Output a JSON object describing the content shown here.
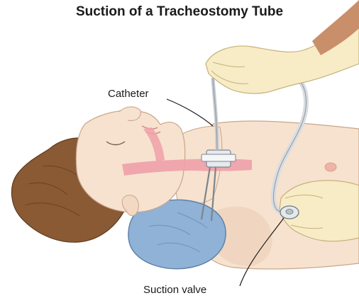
{
  "title": "Suction of a Tracheostomy Tube",
  "labels": {
    "catheter": "Catheter",
    "suction_valve": "Suction valve"
  },
  "colors": {
    "skin": "#f6e2cf",
    "skin_shadow": "#e9c9ad",
    "hair": "#8a5a34",
    "hair_dark": "#6d4324",
    "pillow": "#8fb2d6",
    "glove": "#f7ecc6",
    "airway": "#f0a0a8",
    "tube": "#d8dde2"
  }
}
